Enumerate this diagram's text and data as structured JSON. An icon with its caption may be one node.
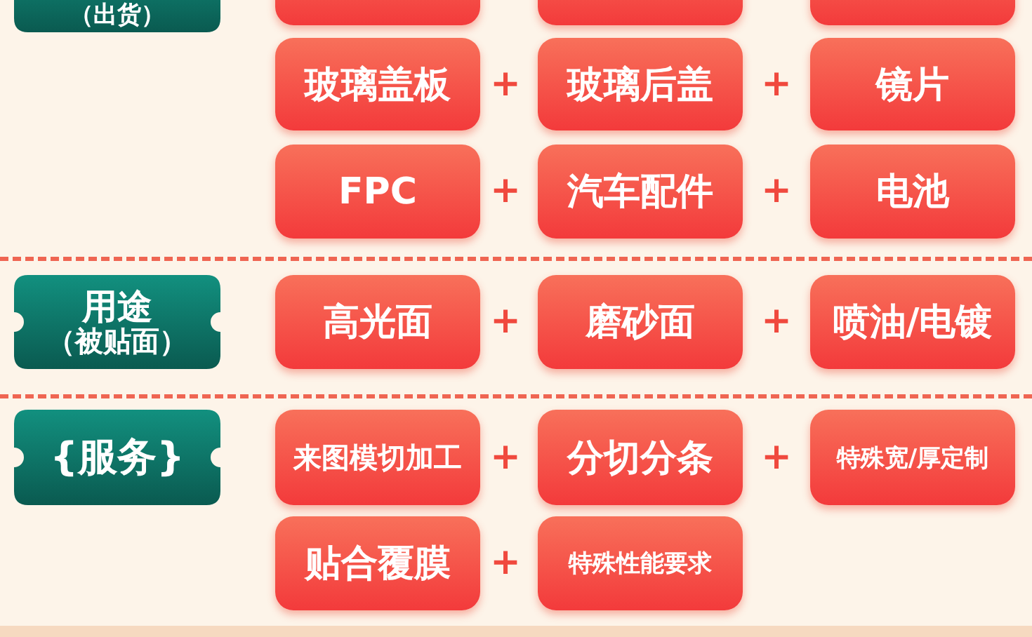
{
  "diagram": {
    "nodes": [
      {
        "text": [
          "（出货）"
        ]
      },
      {
        "text": [],
        "shape": "box"
      },
      {
        "text": [],
        "shape": "box"
      },
      {
        "text": [],
        "shape": "box"
      },
      {
        "text": [
          "玻璃盖板"
        ]
      },
      {
        "text": [
          "玻璃后盖"
        ]
      },
      {
        "text": [
          "镜片"
        ]
      },
      {
        "text": [
          "FPC"
        ]
      },
      {
        "text": [
          "汽车配件"
        ]
      },
      {
        "text": [
          "电池"
        ]
      },
      {
        "text": [
          "用途",
          "（被贴面）"
        ]
      },
      {
        "text": [
          "高光面"
        ]
      },
      {
        "text": [
          "磨砂面"
        ]
      },
      {
        "text": [
          "喷油/电镀"
        ]
      },
      {
        "text": [
          "{服务}"
        ]
      },
      {
        "text": [
          "来图模切加工"
        ]
      },
      {
        "text": [
          "分切分条"
        ]
      },
      {
        "text": [
          "特殊宽/厚定制"
        ]
      },
      {
        "text": [
          "贴合覆膜"
        ]
      },
      {
        "text": [
          "特殊性能要求"
        ]
      }
    ],
    "edges": [],
    "labels": [
      "+",
      "+",
      "+",
      "+",
      "+",
      "+",
      "+",
      "+",
      "+"
    ]
  }
}
